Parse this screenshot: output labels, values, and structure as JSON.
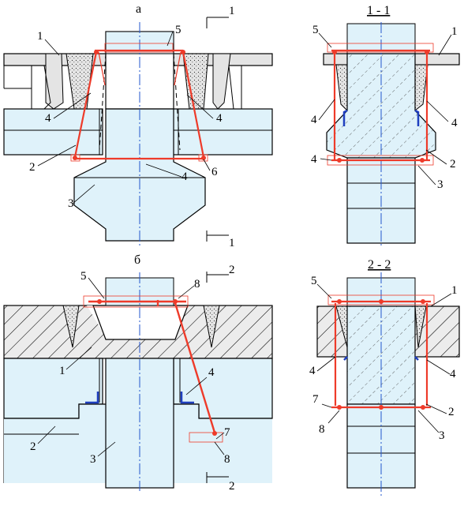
{
  "view_a": {
    "title": "а",
    "section_label_top": "1",
    "section_label_bottom": "1",
    "callouts": [
      "1",
      "5",
      "4",
      "4",
      "2",
      "6",
      "4",
      "3"
    ]
  },
  "view_b": {
    "title": "б",
    "section_label_top": "2",
    "section_label_bottom": "2",
    "callouts": [
      "5",
      "8",
      "1",
      "4",
      "2",
      "3",
      "7",
      "8"
    ]
  },
  "section_1_1": {
    "title": "1 - 1",
    "callouts": [
      "5",
      "1",
      "4",
      "4",
      "4",
      "2",
      "3"
    ]
  },
  "section_2_2": {
    "title": "2 - 2",
    "callouts": [
      "5",
      "1",
      "4",
      "4",
      "7",
      "2",
      "8",
      "3"
    ]
  },
  "colors": {
    "column_fill": "#dff2fa",
    "rigging_red": "#ee3b2a",
    "weld_blue": "#1f3fbf",
    "axis_blue": "#2255cc",
    "slab_grey": "#e4e4e4"
  }
}
